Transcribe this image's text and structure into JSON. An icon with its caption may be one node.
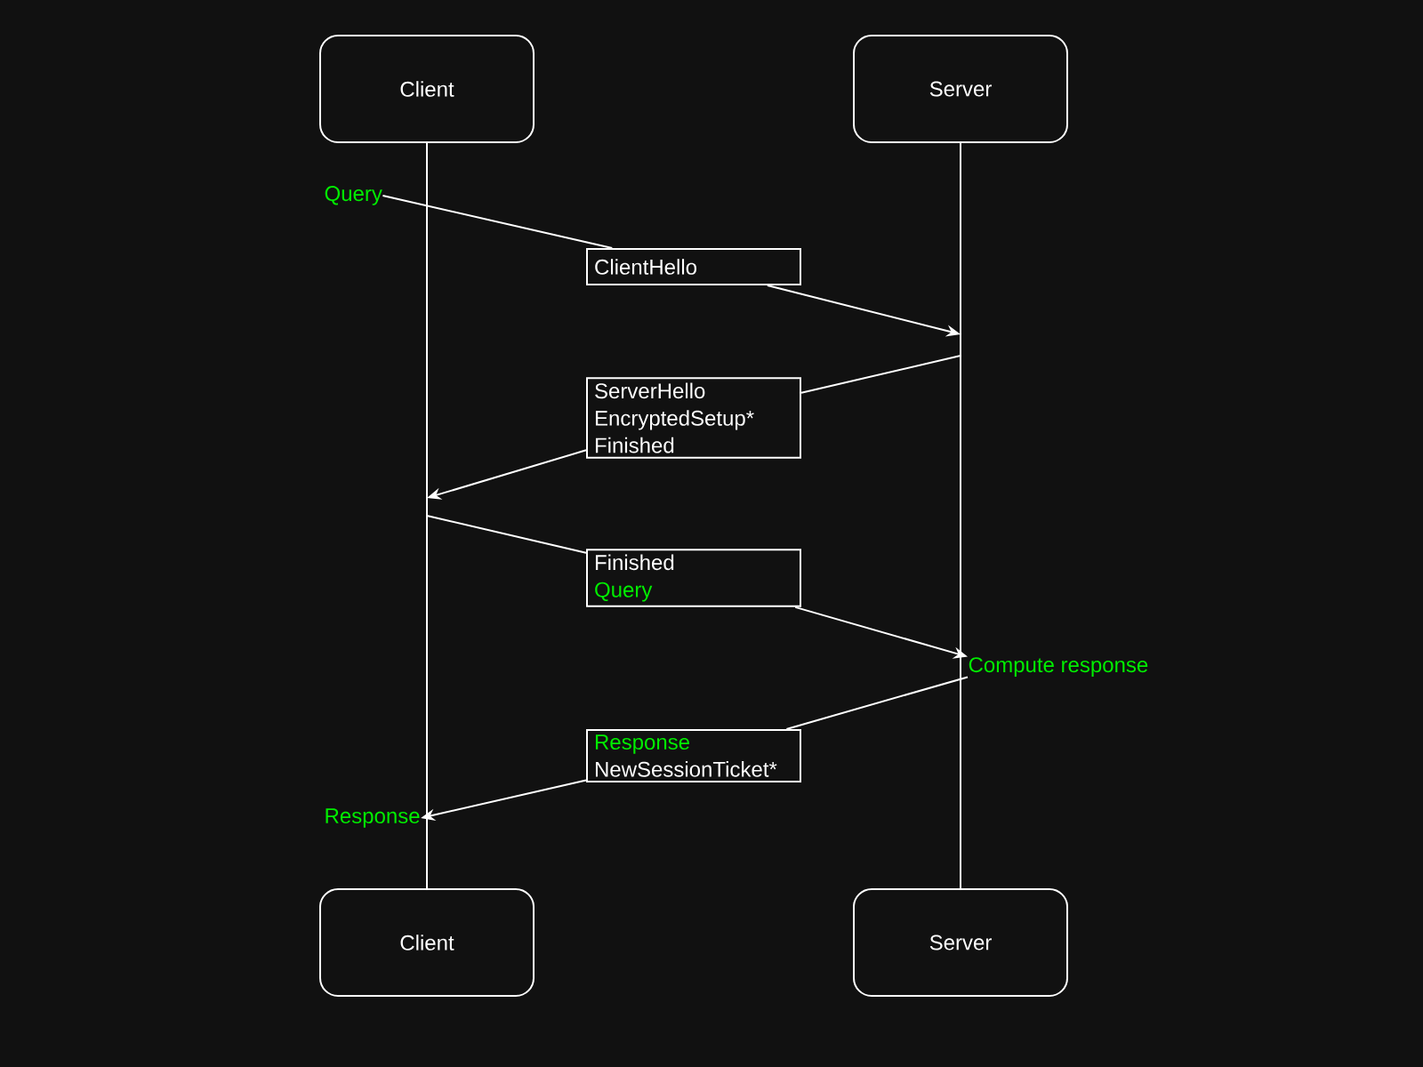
{
  "diagram": {
    "nodes": [
      {
        "text": [
          "Client"
        ]
      },
      {
        "text": [
          "Server"
        ]
      },
      {
        "text": [
          "Client"
        ]
      },
      {
        "text": [
          "Server"
        ]
      },
      {
        "text": [
          "ClientHello"
        ]
      },
      {
        "text": [
          "ServerHello",
          "EncryptedSetup*",
          "Finished"
        ]
      },
      {
        "text": [
          "Finished",
          "Query"
        ]
      },
      {
        "text": [
          "Response",
          "NewSessionTicket*"
        ]
      },
      {
        "text": [
          "Query"
        ]
      },
      {
        "text": [
          "Compute response"
        ]
      },
      {
        "text": [
          "Response"
        ]
      }
    ],
    "edges": [
      {
        "from": 0,
        "to": 2,
        "arrow": "none"
      },
      {
        "from": 1,
        "to": 3,
        "arrow": "none"
      },
      {
        "from": 8,
        "to": 4,
        "arrow": "none"
      },
      {
        "from": 4,
        "to": null,
        "arrow": "to"
      },
      {
        "from": null,
        "to": 5,
        "arrow": "none"
      },
      {
        "from": 5,
        "to": null,
        "arrow": "to"
      },
      {
        "from": null,
        "to": 6,
        "arrow": "none"
      },
      {
        "from": 6,
        "to": 9,
        "arrow": "to"
      },
      {
        "from": 9,
        "to": 7,
        "arrow": "none"
      },
      {
        "from": 7,
        "to": 10,
        "arrow": "to"
      }
    ]
  }
}
